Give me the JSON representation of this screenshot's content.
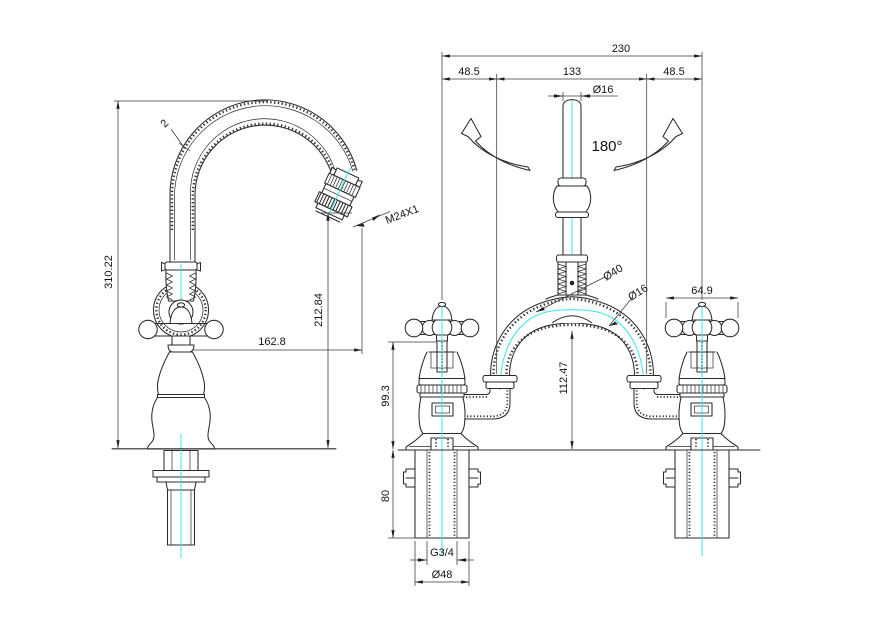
{
  "drawing": {
    "type": "technical-drawing",
    "subject": "two-handle bridge mixer tap, side and front sectional views",
    "colors": {
      "line": "#2b2b2b",
      "centerline": "#35e6e6",
      "background": "#ffffff"
    },
    "front": {
      "overall_width": "230",
      "left_offset": "48.5",
      "center_span": "133",
      "right_offset": "48.5",
      "spout_top_dia": "Ø16",
      "swivel_angle": "180°",
      "spout_base_dia": "Ø40",
      "arch_tube_dia": "Ø16",
      "handle_width": "64.9",
      "arch_clearance": "112.47",
      "body_height": "99.3",
      "shank_length": "80",
      "inlet_thread": "G3/4",
      "shank_dia": "Ø48"
    },
    "side": {
      "overall_height": "310.22",
      "spout_reach": "162.8",
      "outlet_height": "212.84",
      "aerator_thread": "M24X1",
      "wall_thickness": "2"
    }
  }
}
